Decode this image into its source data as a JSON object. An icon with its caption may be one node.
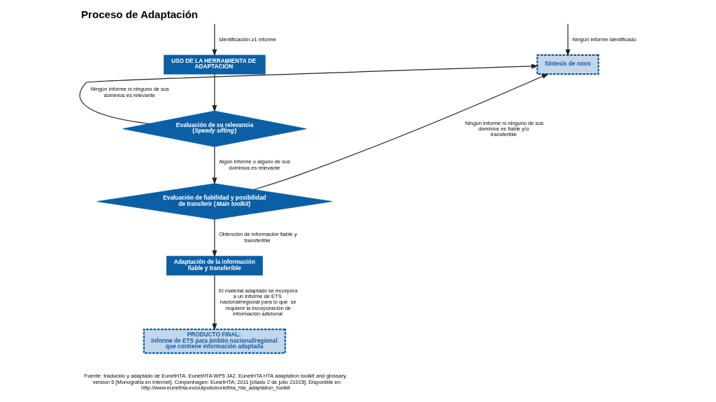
{
  "diagram": {
    "title": "Proceso de Adaptación",
    "caption": "Fuente: traducido y adaptado de EunetHTA. EunetHTA WP5 JA2. EunetHTA HTA adaptation toolkit and glossary, version 5 [Monografía en internet]. Conpenhagen: EunetHTA; 2011 [citado 2 de julio 21015]. Disponible en http://www.eunethta.eu/outputs/eunethta_hta_adaptation_toolkit",
    "nodes": [
      {
        "text": [
          "USO DE LA HERRAMIENTA DE ADAPTACIÓN"
        ]
      },
      {
        "text": [
          "Síntesis de novo"
        ]
      },
      {
        "text": [
          "Evaluación de su relevancia (*Speedy sifting*)"
        ]
      },
      {
        "text": [
          "Evaluación de fiabilidad y posibilidad de transferir (*Main toolkit*)"
        ]
      },
      {
        "text": [
          "Adaptación de la información fiable y transferible"
        ]
      },
      {
        "text": [
          "PRODUCTO FINAL:",
          "Informe de ETS para ámbito nacional/regional que contiene información adaptada"
        ]
      }
    ],
    "edges": [
      {
        "from": null,
        "to": 0,
        "arrow": "to",
        "label": "Identificación ≥1 informe"
      },
      {
        "from": null,
        "to": 1,
        "arrow": "to",
        "label": "Ningún informe identificado"
      },
      {
        "from": 0,
        "to": 2,
        "arrow": "to"
      },
      {
        "from": 2,
        "to": 1,
        "arrow": "to",
        "label": "Ningún informe ni ninguno de sus dominios es relevante"
      },
      {
        "from": 2,
        "to": 3,
        "arrow": "to",
        "label": "Algún informe o alguno de sus dominios es relevante"
      },
      {
        "from": 3,
        "to": 1,
        "arrow": "to",
        "label": "Ningún informe ni ninguno de sus dominios es fiable y/o transferible"
      },
      {
        "from": 3,
        "to": 4,
        "arrow": "to",
        "label": "Obtención de información fiable y transferible"
      },
      {
        "from": 4,
        "to": 5,
        "arrow": "to",
        "label": "El material adaptado se incorpora a un informe de ETS nacional/regional para lo que  se requiere la incorporación de información adicional"
      }
    ]
  }
}
